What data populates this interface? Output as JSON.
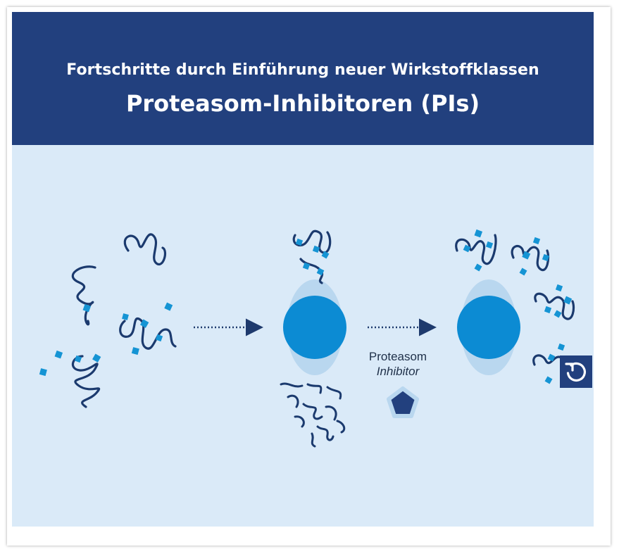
{
  "header": {
    "subtitle": "Fortschritte durch Einführung neuer Wirkstoffklassen",
    "title": "Proteasom-Inhibitoren (PIs)"
  },
  "diagram": {
    "inhibitor_label_line1": "Proteasom",
    "inhibitor_label_line2": "Inhibitor"
  },
  "colors": {
    "header_bg": "#22407e",
    "stage_bg": "#daeaf8",
    "protein_strand": "#1b3a6e",
    "ubiquitin_tag": "#1594d4",
    "proteasome_core": "#0c8bd3",
    "proteasome_cap": "#b9d7ef",
    "arrow": "#1e3a6d"
  },
  "icons": {
    "reset": "reset-icon",
    "inhibitor": "pentagon-inhibitor-icon"
  }
}
